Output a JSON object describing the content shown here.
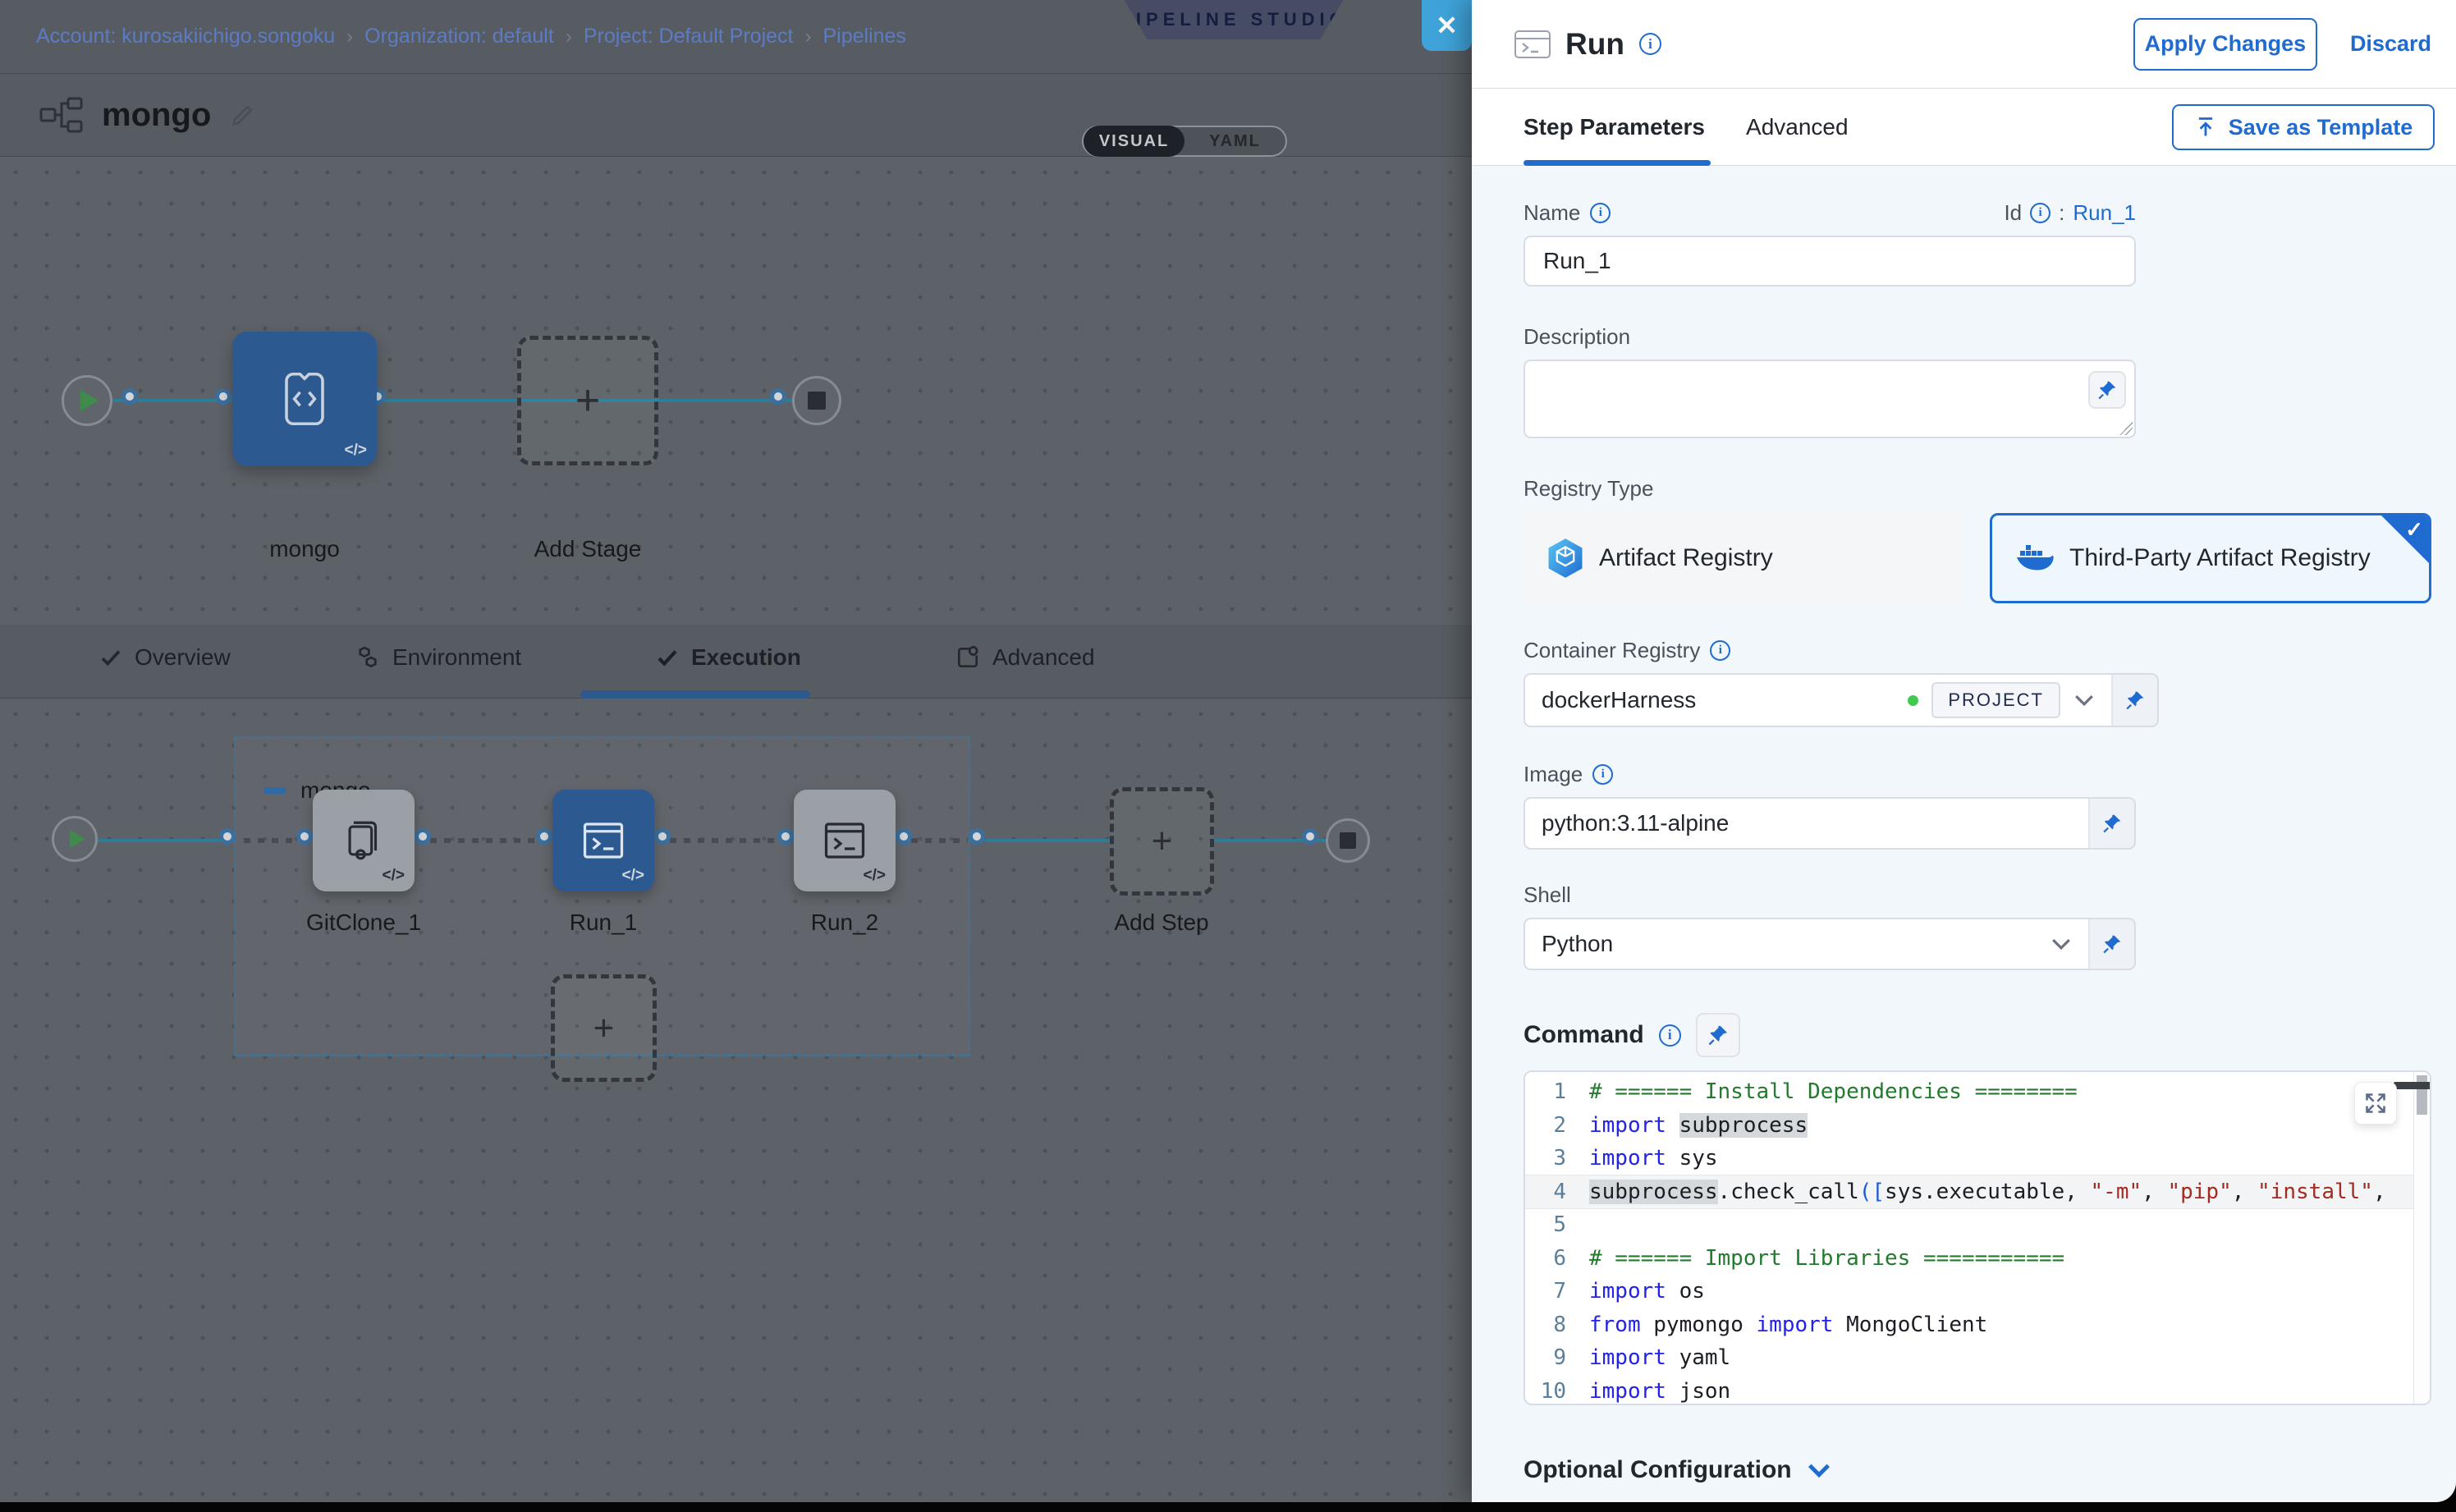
{
  "breadcrumb": {
    "separator": "›",
    "items": [
      {
        "label": "Account: kurosakiichigo.songoku"
      },
      {
        "label": "Organization: default"
      },
      {
        "label": "Project: Default Project"
      },
      {
        "label": "Pipelines"
      }
    ]
  },
  "studio_badge": "PIPELINE STUDIO",
  "close_glyph": "✕",
  "pipeline": {
    "title": "mongo",
    "toggle": {
      "visual": "VISUAL",
      "yaml": "YAML"
    }
  },
  "stage_canvas": {
    "stage_label": "mongo",
    "add_stage_label": "Add Stage",
    "code_glyph": "</>"
  },
  "tabs": [
    {
      "label": "Overview"
    },
    {
      "label": "Environment"
    },
    {
      "label": "Execution"
    },
    {
      "label": "Advanced"
    }
  ],
  "tab_separator": "›",
  "execution": {
    "group_label": "mongo",
    "steps": [
      {
        "label": "GitClone_1"
      },
      {
        "label": "Run_1"
      },
      {
        "label": "Run_2"
      }
    ],
    "add_step_label": "Add Step"
  },
  "panel": {
    "title": "Run",
    "apply_label": "Apply Changes",
    "discard_label": "Discard",
    "tabs": {
      "step_parameters": "Step Parameters",
      "advanced": "Advanced"
    },
    "save_as_template": "Save as Template",
    "name": {
      "label": "Name",
      "value": "Run_1"
    },
    "id": {
      "label": "Id",
      "separator": ":",
      "value": "Run_1"
    },
    "description": {
      "label": "Description"
    },
    "registry_type": {
      "label": "Registry Type",
      "options": [
        {
          "label": "Artifact Registry",
          "selected": false
        },
        {
          "label": "Third-Party Artifact Registry",
          "selected": true
        }
      ],
      "check_glyph": "✓"
    },
    "container_registry": {
      "label": "Container Registry",
      "value": "dockerHarness",
      "scope_badge": "PROJECT"
    },
    "image": {
      "label": "Image",
      "value": "python:3.11-alpine"
    },
    "shell": {
      "label": "Shell",
      "value": "Python"
    },
    "command": {
      "label": "Command"
    },
    "optional_configuration": "Optional Configuration"
  },
  "code": {
    "lines": [
      {
        "n": "1",
        "active": false,
        "tokens": [
          [
            "tc",
            "# ====== Install Dependencies ========"
          ]
        ]
      },
      {
        "n": "2",
        "active": false,
        "tokens": [
          [
            "tk",
            "import"
          ],
          [
            "tp",
            " "
          ],
          [
            "th",
            "subprocess"
          ]
        ]
      },
      {
        "n": "3",
        "active": false,
        "tokens": [
          [
            "tk",
            "import"
          ],
          [
            "tp",
            " sys"
          ]
        ]
      },
      {
        "n": "4",
        "active": true,
        "tokens": [
          [
            "th",
            "subprocess"
          ],
          [
            "tp",
            ".check_call"
          ],
          [
            "tb",
            "(["
          ],
          [
            "tp",
            "sys.executable"
          ],
          [
            "tp",
            ", "
          ],
          [
            "ts",
            "\"-m\""
          ],
          [
            "tp",
            ", "
          ],
          [
            "ts",
            "\"pip\""
          ],
          [
            "tp",
            ", "
          ],
          [
            "ts",
            "\"install\""
          ],
          [
            "tp",
            ","
          ]
        ]
      },
      {
        "n": "5",
        "active": false,
        "tokens": []
      },
      {
        "n": "6",
        "active": false,
        "tokens": [
          [
            "tc",
            "# ====== Import Libraries ==========="
          ]
        ]
      },
      {
        "n": "7",
        "active": false,
        "tokens": [
          [
            "tk",
            "import"
          ],
          [
            "tp",
            " os"
          ]
        ]
      },
      {
        "n": "8",
        "active": false,
        "tokens": [
          [
            "tk",
            "from"
          ],
          [
            "tp",
            " pymongo "
          ],
          [
            "tk",
            "import"
          ],
          [
            "tp",
            " MongoClient"
          ]
        ]
      },
      {
        "n": "9",
        "active": false,
        "tokens": [
          [
            "tk",
            "import"
          ],
          [
            "tp",
            " yaml"
          ]
        ]
      },
      {
        "n": "10",
        "active": false,
        "tokens": [
          [
            "tk",
            "import"
          ],
          [
            "tp",
            " json"
          ]
        ]
      }
    ]
  }
}
